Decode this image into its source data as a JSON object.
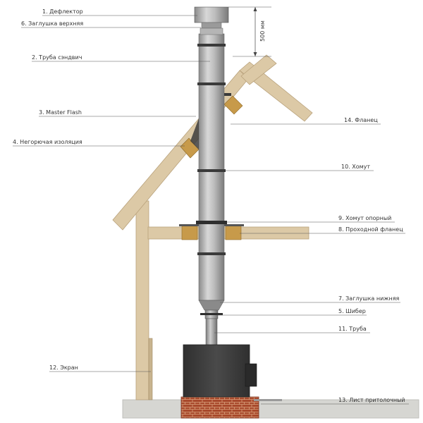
{
  "labels": {
    "l1": "1. Дефлектор",
    "l6": "6. Заглушка верхняя",
    "l2": "2. Труба сэндвич",
    "l3": "3. Master Flash",
    "l4": "4. Негорючая изоляция",
    "l14": "14. Фланец",
    "l10": "10. Хомут",
    "l9": "9. Хомут опорный",
    "l8": "8. Проходной фланец",
    "l7": "7. Заглушка нижняя",
    "l5": "5. Шибер",
    "l11": "11. Труба",
    "l12": "12. Экран",
    "l13": "13. Лист притолочный"
  },
  "dimension": "500 мм",
  "colors": {
    "wood": "#dcc9a6",
    "wood_edge": "#b9a27c",
    "pipe_light": "#d8d8d8",
    "pipe_dark": "#8a8a8a",
    "clamp": "#3a3a3a",
    "insulation": "#c79a4a",
    "stove": "#3e3e3e",
    "brick": "#a8492c",
    "floor": "#d6d6d2"
  }
}
